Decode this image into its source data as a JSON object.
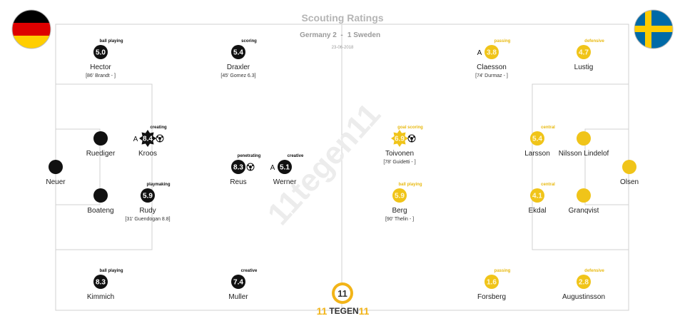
{
  "header": {
    "title": "Scouting Ratings",
    "score_home": "Germany 2",
    "score_sep": "-",
    "score_away": "1 Sweden",
    "date": "23-06-2018"
  },
  "watermark": "11tegen11",
  "logo": {
    "text": "TEGEN",
    "mark": "11"
  },
  "teams": {
    "home": {
      "name": "Germany",
      "flag_colors": [
        "#000000",
        "#dd0000",
        "#ffce00"
      ]
    },
    "away": {
      "name": "Sweden",
      "flag_colors": [
        "#006aa7",
        "#fecc00"
      ]
    }
  },
  "colors": {
    "home": "#111111",
    "away": "#f0c419",
    "away_label": "#e8b90f"
  },
  "chart_data": {
    "type": "scatter",
    "title": "Scouting Ratings",
    "players": [
      {
        "team": "home",
        "name": "Neuer",
        "rating": null,
        "role": "",
        "sub": "",
        "badge_a": false,
        "ball": false,
        "star": false
      },
      {
        "team": "home",
        "name": "Ruediger",
        "rating": null,
        "role": "",
        "sub": "",
        "badge_a": false,
        "ball": false,
        "star": false
      },
      {
        "team": "home",
        "name": "Boateng",
        "rating": null,
        "role": "",
        "sub": "",
        "badge_a": false,
        "ball": false,
        "star": false
      },
      {
        "team": "home",
        "name": "Hector",
        "rating": "5.0",
        "role": "ball playing",
        "sub": "[86' Brandt  - ]",
        "badge_a": false,
        "ball": false,
        "star": false
      },
      {
        "team": "home",
        "name": "Kimmich",
        "rating": "8.3",
        "role": "ball playing",
        "sub": "",
        "badge_a": false,
        "ball": false,
        "star": false
      },
      {
        "team": "home",
        "name": "Kroos",
        "rating": "8.4",
        "role": "creating",
        "sub": "",
        "badge_a": true,
        "ball": true,
        "star": true
      },
      {
        "team": "home",
        "name": "Rudy",
        "rating": "5.9",
        "role": "playmaking",
        "sub": "[31' Guendogan 8.8]",
        "badge_a": false,
        "ball": false,
        "star": false
      },
      {
        "team": "home",
        "name": "Draxler",
        "rating": "5.4",
        "role": "scoring",
        "sub": "[45' Gomez 6.3]",
        "badge_a": false,
        "ball": false,
        "star": false
      },
      {
        "team": "home",
        "name": "Reus",
        "rating": "8.3",
        "role": "penetrating",
        "sub": "",
        "badge_a": false,
        "ball": true,
        "star": false
      },
      {
        "team": "home",
        "name": "Werner",
        "rating": "5.1",
        "role": "creative",
        "sub": "",
        "badge_a": true,
        "ball": false,
        "star": false
      },
      {
        "team": "home",
        "name": "Muller",
        "rating": "7.4",
        "role": "creative",
        "sub": "",
        "badge_a": false,
        "ball": false,
        "star": false
      },
      {
        "team": "away",
        "name": "Claesson",
        "rating": "3.8",
        "role": "passing",
        "sub": "[74' Durmaz  - ]",
        "badge_a": true,
        "ball": false,
        "star": false
      },
      {
        "team": "away",
        "name": "Lustig",
        "rating": "4.7",
        "role": "defensive",
        "sub": "",
        "badge_a": false,
        "ball": false,
        "star": false
      },
      {
        "team": "away",
        "name": "Toivonen",
        "rating": "6.9",
        "role": "goal scoring",
        "sub": "[78' Guidetti  - ]",
        "badge_a": false,
        "ball": true,
        "star": true
      },
      {
        "team": "away",
        "name": "Larsson",
        "rating": "5.4",
        "role": "central",
        "sub": "",
        "badge_a": false,
        "ball": false,
        "star": false
      },
      {
        "team": "away",
        "name": "Nilsson Lindelof",
        "rating": null,
        "role": "",
        "sub": "",
        "badge_a": false,
        "ball": false,
        "star": false
      },
      {
        "team": "away",
        "name": "Olsen",
        "rating": null,
        "role": "",
        "sub": "",
        "badge_a": false,
        "ball": false,
        "star": false
      },
      {
        "team": "away",
        "name": "Berg",
        "rating": "5.9",
        "role": "ball playing",
        "sub": "[90' Thelin  - ]",
        "badge_a": false,
        "ball": false,
        "star": false
      },
      {
        "team": "away",
        "name": "Ekdal",
        "rating": "4.1",
        "role": "central",
        "sub": "",
        "badge_a": false,
        "ball": false,
        "star": false
      },
      {
        "team": "away",
        "name": "Granqvist",
        "rating": null,
        "role": "",
        "sub": "",
        "badge_a": false,
        "ball": false,
        "star": false
      },
      {
        "team": "away",
        "name": "Forsberg",
        "rating": "1.6",
        "role": "passing",
        "sub": "",
        "badge_a": false,
        "ball": false,
        "star": false
      },
      {
        "team": "away",
        "name": "Augustinsson",
        "rating": "2.8",
        "role": "defensive",
        "sub": "",
        "badge_a": false,
        "ball": false,
        "star": false
      }
    ]
  }
}
